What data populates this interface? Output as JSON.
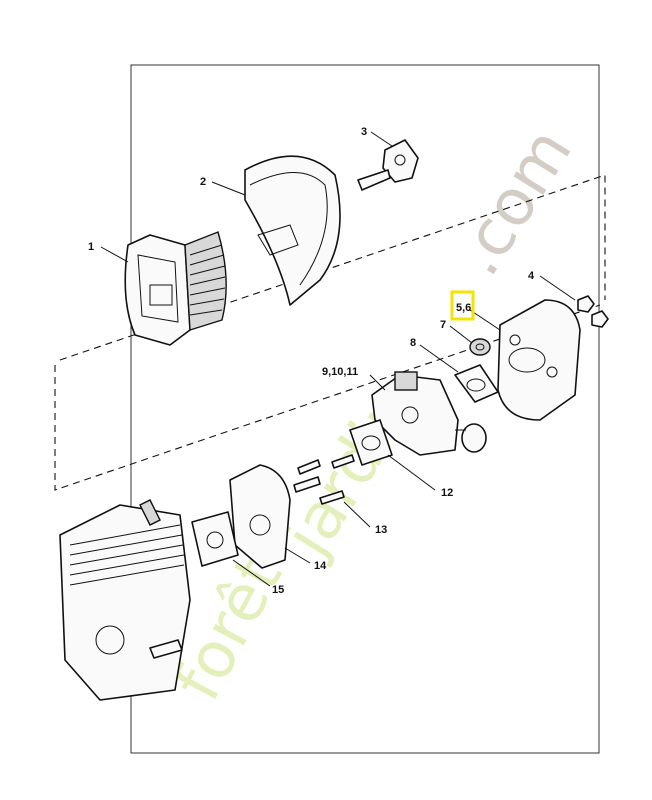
{
  "diagram": {
    "callouts": [
      {
        "id": "c1",
        "text": "1"
      },
      {
        "id": "c2",
        "text": "2"
      },
      {
        "id": "c3",
        "text": "3"
      },
      {
        "id": "c4",
        "text": "4"
      },
      {
        "id": "c56",
        "text": "5,6"
      },
      {
        "id": "c7",
        "text": "7"
      },
      {
        "id": "c8",
        "text": "8"
      },
      {
        "id": "c91011",
        "text": "9,10,11"
      },
      {
        "id": "c12",
        "text": "12"
      },
      {
        "id": "c13",
        "text": "13"
      },
      {
        "id": "c14",
        "text": "14"
      },
      {
        "id": "c15",
        "text": "15"
      }
    ],
    "highlight": {
      "target": "5,6",
      "color": "#f2e600"
    },
    "watermark": {
      "part_a": "forêt",
      "part_b": "jardin",
      "part_c": ".com",
      "colors": {
        "green": "#dfeeb0",
        "orange": "#f6c48a",
        "grey": "#cfc8c0"
      }
    }
  }
}
